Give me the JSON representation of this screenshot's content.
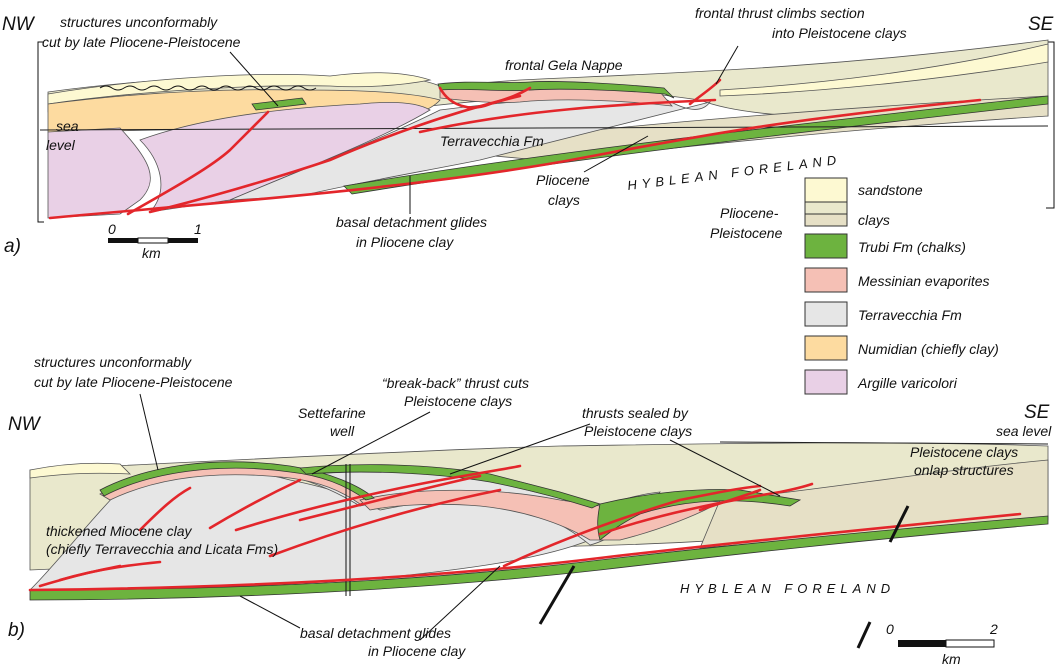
{
  "section_a": {
    "panel_label": "a)",
    "nw": "NW",
    "se": "SE",
    "note_unconformity_1": "structures unconformably",
    "note_unconformity_2": "cut by late Pliocene-Pleistocene",
    "nappe_label": "frontal Gela Nappe",
    "thrust_note_1": "frontal thrust climbs section",
    "thrust_note_2": "into Pleistocene clays",
    "sea_level_1": "sea",
    "sea_level_2": "level",
    "terravecchia_label": "Terravecchia Fm",
    "foreland_label": "HYBLEAN FORELAND",
    "pliocene_1": "Pliocene",
    "pliocene_2": "clays",
    "detachment_1": "basal detachment glides",
    "detachment_2": "in Pliocene clay",
    "scale_zero": "0",
    "scale_one": "1",
    "scale_unit": "km"
  },
  "legend": {
    "group_label_1": "Pliocene-",
    "group_label_2": "Pleistocene",
    "items": [
      {
        "label": "sandstone",
        "color": "#fdf9d2"
      },
      {
        "label": "clays",
        "color": "#e9e8cc"
      },
      {
        "label": "Trubi Fm (chalks)",
        "color": "#6db33f"
      },
      {
        "label": "Messinian evaporites",
        "color": "#f5c0b5"
      },
      {
        "label": "Terravecchia Fm",
        "color": "#e6e6e6"
      },
      {
        "label": "Numidian (chiefly clay)",
        "color": "#fddba0"
      },
      {
        "label": "Argille varicolori",
        "color": "#e9d0e6"
      }
    ]
  },
  "section_b": {
    "panel_label": "b)",
    "nw": "NW",
    "se": "SE",
    "sea_level": "sea level",
    "note_unconformity_1": "structures unconformably",
    "note_unconformity_2": "cut by late Pliocene-Pleistocene",
    "breakback_1": "“break-back” thrust cuts",
    "breakback_2": "Pleistocene clays",
    "well_1": "Settefarine",
    "well_2": "well",
    "sealed_1": "thrusts sealed by",
    "sealed_2": "Pleistocene clays",
    "onlap_1": "Pleistocene clays",
    "onlap_2": "onlap structures",
    "miocene_1": "thickened Miocene clay",
    "miocene_2": "(chiefly Terravecchia and Licata Fms)",
    "foreland_label": "HYBLEAN FORELAND",
    "detachment_1": "basal detachment glides",
    "detachment_2": "in Pliocene clay",
    "scale_zero": "0",
    "scale_two": "2",
    "scale_unit": "km"
  },
  "colors": {
    "thrust": "#e3262b",
    "trubi": "#6db33f",
    "evaporite": "#f5c0b5",
    "terravecchia": "#e6e6e6",
    "numidian": "#fddba0",
    "argille": "#e9d0e6",
    "clay": "#e9e8cc",
    "sandstone": "#fdf9d2"
  }
}
